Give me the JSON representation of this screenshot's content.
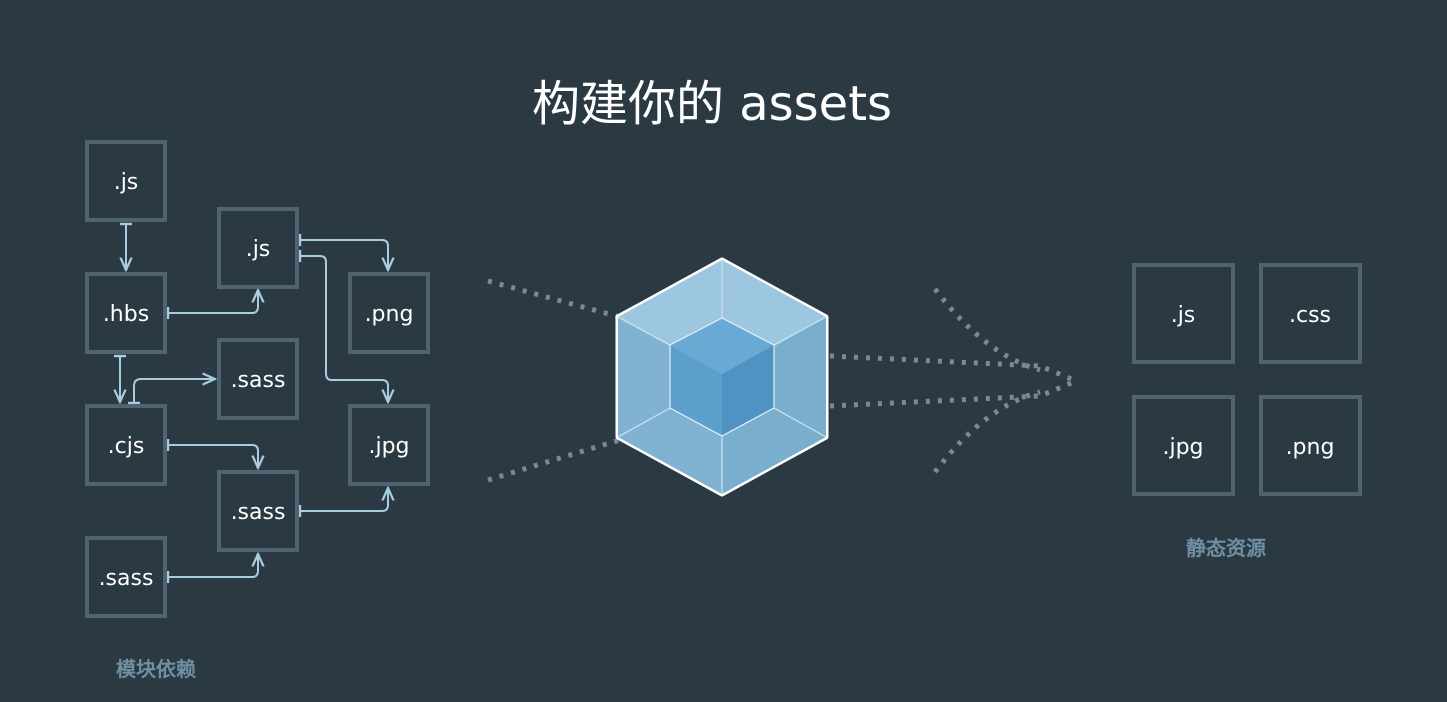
{
  "title": "构建你的 assets",
  "modules": {
    "caption": "模块依赖",
    "items": [
      ".js",
      ".js",
      ".hbs",
      ".png",
      ".sass",
      ".cjs",
      ".jpg",
      ".sass",
      ".sass"
    ]
  },
  "assets": {
    "caption": "静态资源",
    "items": [
      ".js",
      ".css",
      ".jpg",
      ".png"
    ]
  },
  "logo": {
    "name": "webpack-cube-icon"
  },
  "colors": {
    "background": "#2b3a42",
    "box_border": "#4f6370",
    "arrow": "#a9cde0",
    "caption": "#6f8fa3",
    "cube_outer": "#8ab7d3",
    "cube_inner": "#5299c8"
  }
}
